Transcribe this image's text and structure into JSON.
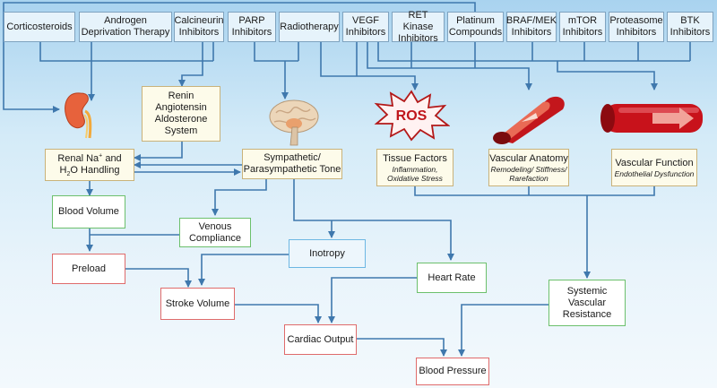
{
  "drugs": [
    [
      "Corticosteroids"
    ],
    [
      "Androgen",
      "Deprivation Therapy"
    ],
    [
      "Calcineurin",
      "Inhibitors"
    ],
    [
      "PARP",
      "Inhibitors"
    ],
    [
      "Radiotherapy"
    ],
    [
      "VEGF",
      "Inhibitors"
    ],
    [
      "RET Kinase",
      "Inhibitors"
    ],
    [
      "Platinum",
      "Compounds"
    ],
    [
      "BRAF/MEK",
      "Inhibitors"
    ],
    [
      "mTOR",
      "Inhibitors"
    ],
    [
      "Proteasome",
      "Inhibitors"
    ],
    [
      "BTK",
      "Inhibitors"
    ]
  ],
  "mechanisms": {
    "raas": [
      "Renin",
      "Angiotensin",
      "Aldosterone",
      "System"
    ],
    "renal": {
      "pre": "Renal Na",
      "sup": "+",
      "mid": " and",
      "h": "H",
      "sub": "2",
      "post": "O Handling"
    },
    "sympathetic": [
      "Sympathetic/",
      "Parasympathetic Tone"
    ],
    "tissue": {
      "title": "Tissue Factors",
      "detail": [
        "Inflammation,",
        "Oxidative Stress"
      ]
    },
    "anatomy": {
      "title": "Vascular Anatomy",
      "detail": [
        "Remodeling/ Stiffness/",
        "Rarefaction"
      ]
    },
    "function": {
      "title": "Vascular Function",
      "detail": [
        "Endothelial Dysfunction"
      ]
    }
  },
  "ros_label": "ROS",
  "outcomes": {
    "blood_volume": "Blood Volume",
    "venous_compliance": [
      "Venous",
      "Compliance"
    ],
    "inotropy": "Inotropy",
    "preload": "Preload",
    "heart_rate": "Heart Rate",
    "stroke_volume": "Stroke Volume",
    "svr": [
      "Systemic",
      "Vascular",
      "Resistance"
    ],
    "cardiac_output": "Cardiac Output",
    "blood_pressure": "Blood Pressure"
  },
  "colors": {
    "line": "#3f78ad",
    "drug_fill": "#e6f3fb",
    "green_border": "#6cc06c",
    "red_border": "#df6b6b",
    "blue_border": "#6db7e3",
    "mech_border": "#c9b27a"
  }
}
